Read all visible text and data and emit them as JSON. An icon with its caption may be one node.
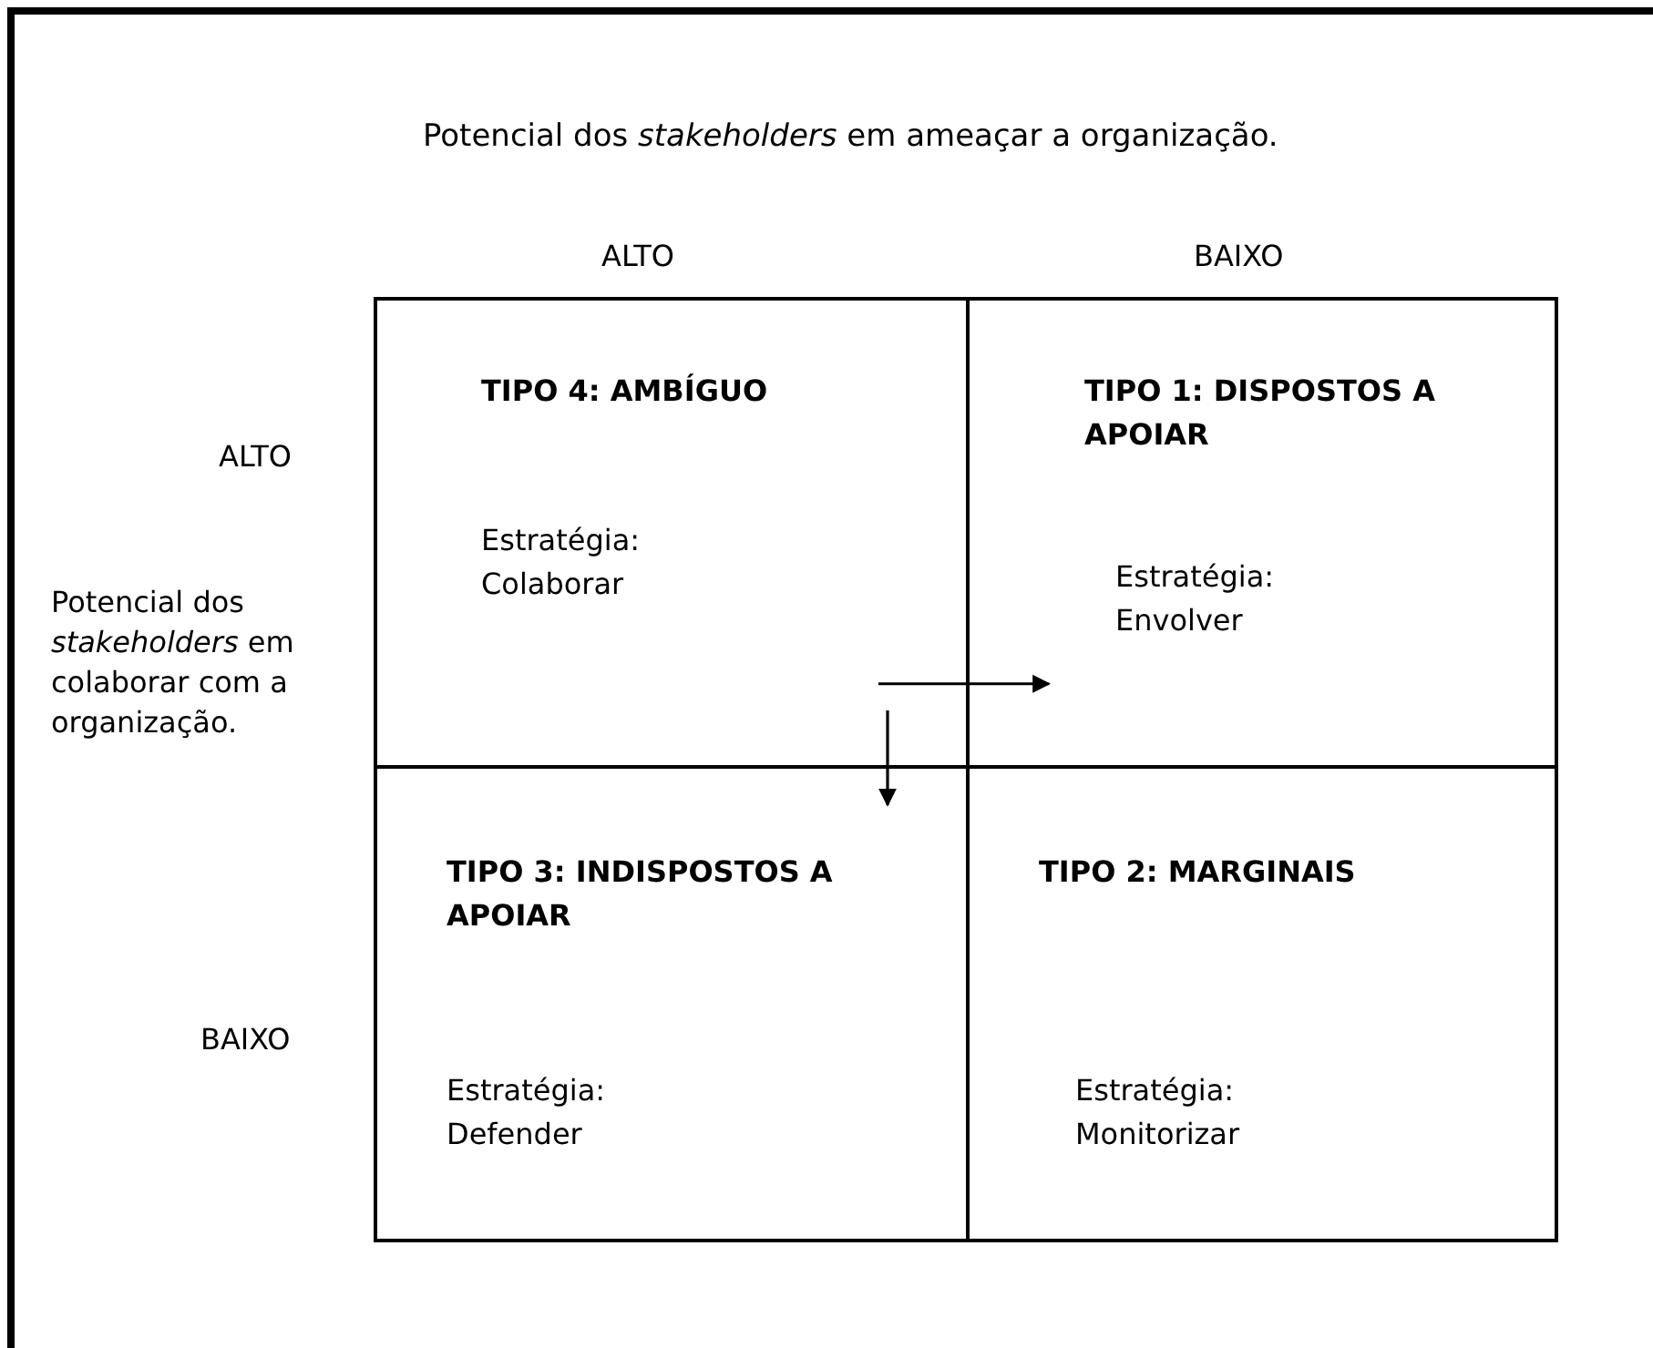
{
  "diagram": {
    "nodes": [
      {
        "text": [
          "TIPO 4: AMBÍGUO",
          "Estratégia: Colaborar"
        ]
      },
      {
        "text": [
          "TIPO 1: DISPOSTOS A APOIAR",
          "Estratégia: Envolver"
        ]
      },
      {
        "text": [
          "TIPO 3: INDISPOSTOS A APOIAR",
          "Estratégia: Defender"
        ]
      },
      {
        "text": [
          "TIPO 2: MARGINAIS",
          "Estratégia: Monitorizar"
        ]
      }
    ],
    "edges": [
      {
        "from": 0,
        "to": 1,
        "arrow": "to"
      },
      {
        "from": 0,
        "to": 2,
        "arrow": "to"
      }
    ],
    "labels": [
      "Potencial dos *stakeholders* em ameaçar a organização.",
      "ALTO",
      "BAIXO",
      "ALTO",
      "Potencial dos *stakeholders* em colaborar com a organização.",
      "BAIXO"
    ]
  }
}
